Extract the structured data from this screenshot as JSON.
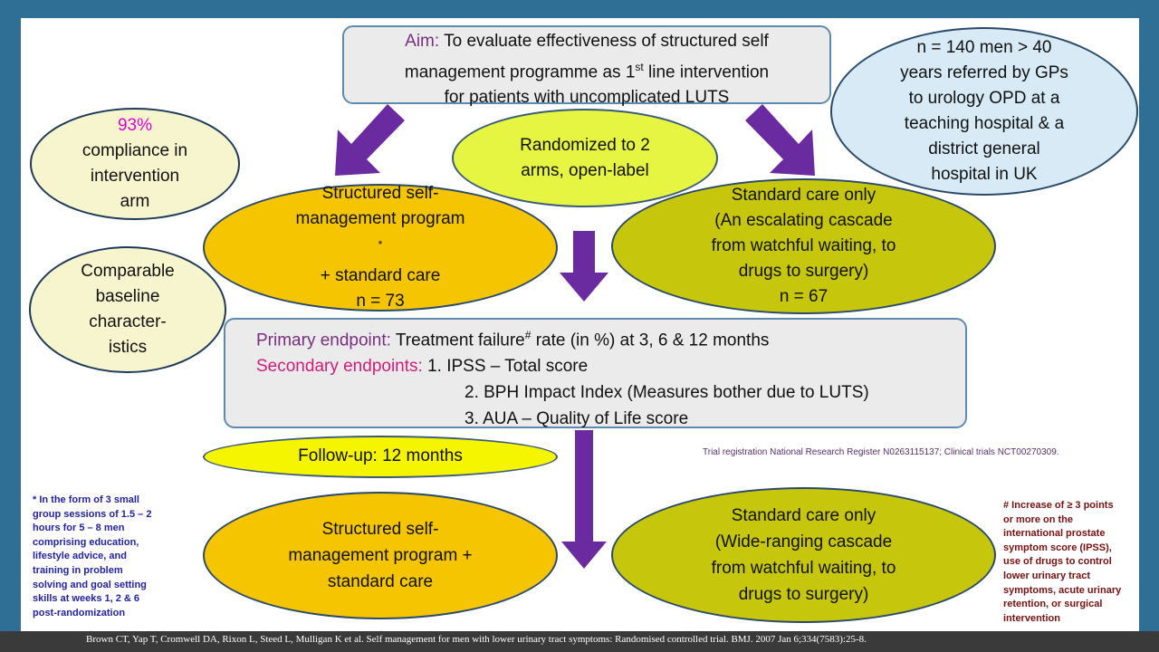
{
  "aim": {
    "label": "Aim:",
    "line1": " To evaluate effectiveness of structured self",
    "line2a": "management programme as 1",
    "line2sup": "st",
    "line2b": " line intervention",
    "line3": "for patients with uncomplicated LUTS"
  },
  "population": [
    "n = 140 men > 40",
    "years referred by GPs",
    "to urology OPD at a",
    "teaching hospital & a",
    "district general",
    "hospital in UK"
  ],
  "compliance": {
    "pct": "93%",
    "lines": [
      "compliance in",
      "intervention",
      "arm"
    ]
  },
  "randomized": [
    "Randomized to 2",
    "arms, open-label"
  ],
  "arm_structured": {
    "lines": [
      "Structured self-",
      "management program",
      "+ standard care",
      "n = 73"
    ],
    "mark": "*"
  },
  "arm_standard": [
    "Standard care only",
    "(An escalating cascade",
    "from watchful waiting, to",
    "drugs to surgery)",
    "n = 67"
  ],
  "baseline": [
    "Comparable",
    "baseline",
    "character-",
    "istics"
  ],
  "endpoints": {
    "primary_label": "Primary endpoint:",
    "primary_text_a": " Treatment failure",
    "primary_mark": "#",
    "primary_text_b": " rate (in %) at 3, 6 & 12 months",
    "secondary_label": "Secondary endpoints:",
    "secondary": [
      "1. IPSS – Total score",
      "2. BPH Impact Index (Measures bother due to LUTS)",
      "3. AUA – Quality of Life score"
    ]
  },
  "followup": "Follow-up: 12 months",
  "registration": "Trial registration National Research Register N0263115137; Clinical trials NCT00270309.",
  "footnote_left": [
    "* In the form of 3 small",
    "group sessions of 1.5 – 2",
    "hours for 5 – 8 men",
    "comprising education,",
    "lifestyle advice, and",
    "training in problem",
    "solving and goal setting",
    "skills at weeks 1, 2 & 6",
    "post-randomization"
  ],
  "footnote_right": [
    "# Increase of ≥ 3 points",
    "or more on the",
    "international prostate",
    "symptom score (IPSS),",
    "use of drugs to control",
    "lower urinary tract",
    "symptoms, acute urinary",
    "retention, or surgical",
    "intervention"
  ],
  "final_structured": [
    "Structured self-",
    "management program +",
    "standard care"
  ],
  "final_standard": [
    "Standard care only",
    "(Wide-ranging cascade",
    "from watchful waiting, to",
    "drugs to surgery)"
  ],
  "citation": "Brown CT, Yap T, Cromwell DA, Rixon L, Steed L, Mulligan K et al.  Self management for men with lower urinary tract symptoms: Randomised controlled trial. BMJ. 2007 Jan 6;334(7583):25-8.",
  "colors": {
    "arrow": "#6a2aa0",
    "orange": "#f4c500",
    "olive": "#c6c60c",
    "lime": "#e6f542",
    "yellow": "#f6f500",
    "light_blue": "#d7eaf5",
    "cream": "#f6f5cd"
  }
}
